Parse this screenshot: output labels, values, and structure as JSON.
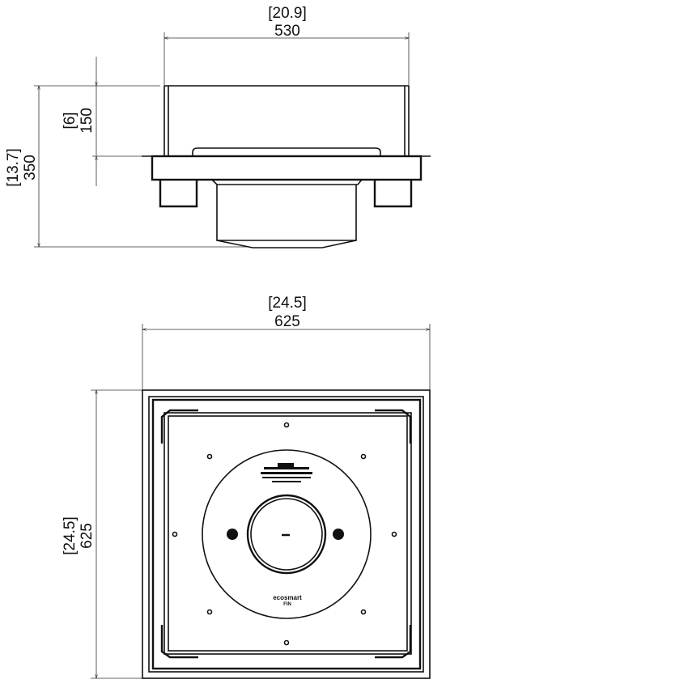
{
  "side_view": {
    "width": {
      "inches": "[20.9]",
      "mm": "530"
    },
    "total_height": {
      "inches": "[13.7]",
      "mm": "350"
    },
    "upper_height": {
      "inches": "[6]",
      "mm": "150"
    }
  },
  "top_view": {
    "width": {
      "inches": "[24.5]",
      "mm": "625"
    },
    "depth": {
      "inches": "[24.5]",
      "mm": "625"
    },
    "logo": {
      "brand": "ecosmart",
      "model": "FIN"
    }
  }
}
